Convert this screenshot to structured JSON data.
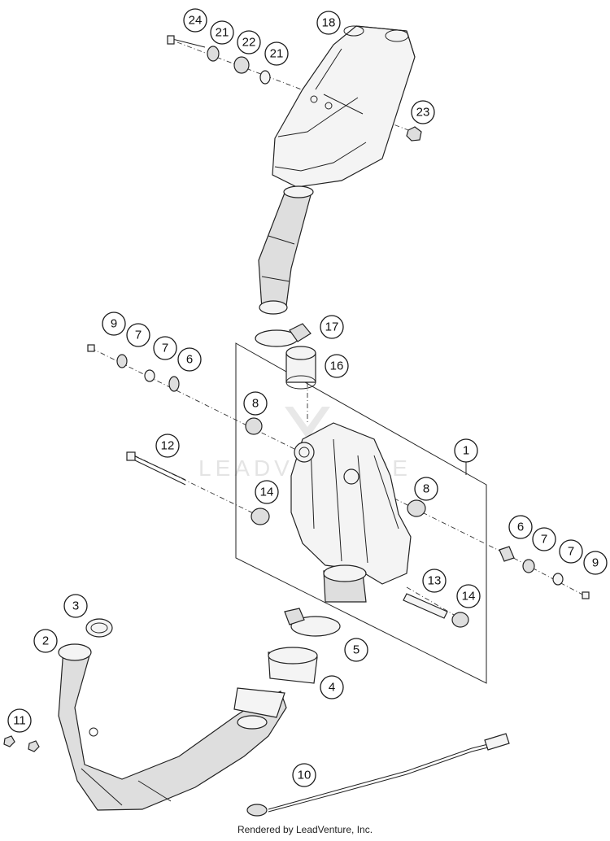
{
  "watermark": "LEADVENTURE",
  "credit": "Rendered by LeadVenture, Inc.",
  "callouts": [
    "24",
    "21",
    "22",
    "21",
    "18",
    "23",
    "17",
    "16",
    "9",
    "7",
    "7",
    "6",
    "8",
    "1",
    "12",
    "8",
    "14",
    "6",
    "7",
    "7",
    "9",
    "13",
    "14",
    "3",
    "2",
    "5",
    "4",
    "11",
    "10"
  ],
  "colors": {
    "line": "#222222",
    "part_fill": "#f4f4f4",
    "watermark": "#cfcfcf"
  }
}
